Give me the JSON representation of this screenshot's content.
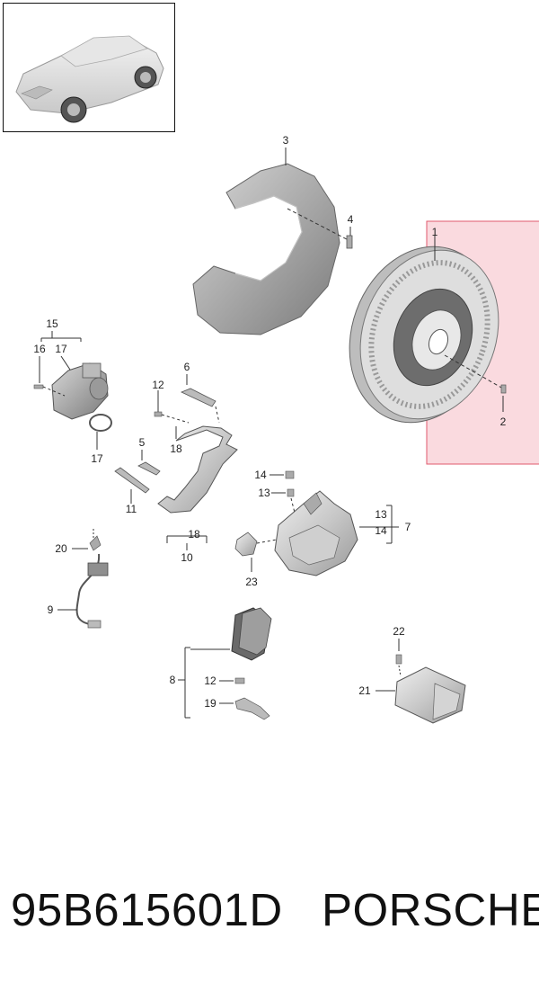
{
  "footer": {
    "part_number": "95B615601D",
    "brand": "PORSCHE"
  },
  "highlight_color": "#f9d3d9",
  "highlight_border": "#e05a6e",
  "callouts": {
    "c1": "1",
    "c2": "2",
    "c3": "3",
    "c4": "4",
    "c5": "5",
    "c6": "6",
    "c7": "7",
    "c8": "8",
    "c9": "9",
    "c10": "10",
    "c11": "11",
    "c12a": "12",
    "c12b": "12",
    "c13a": "13",
    "c13b": "13",
    "c14a": "14",
    "c14b": "14",
    "c15": "15",
    "c16": "16",
    "c17a": "17",
    "c17b": "17",
    "c18a": "18",
    "c18b": "18",
    "c19": "19",
    "c20": "20",
    "c21": "21",
    "c22": "22",
    "c23": "23"
  }
}
